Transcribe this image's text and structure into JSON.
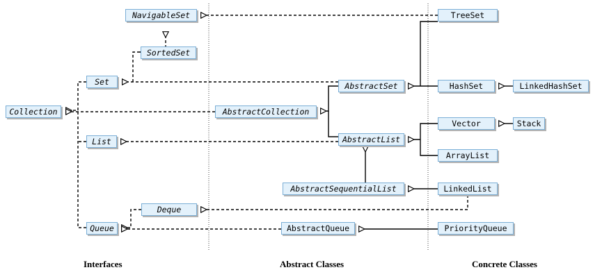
{
  "columns": {
    "interfaces": "Interfaces",
    "abstract": "Abstract Classes",
    "concrete": "Concrete Classes"
  },
  "interfaces": {
    "navigable_set": "NavigableSet",
    "sorted_set": "SortedSet",
    "set": "Set",
    "collection": "Collection",
    "list": "List",
    "deque": "Deque",
    "queue": "Queue"
  },
  "abstract_classes": {
    "abstract_set": "AbstractSet",
    "abstract_collection": "AbstractCollection",
    "abstract_list": "AbstractList",
    "abstract_sequential_list": "AbstractSequentialList",
    "abstract_queue": "AbstractQueue"
  },
  "concrete_classes": {
    "tree_set": "TreeSet",
    "hash_set": "HashSet",
    "linked_hash_set": "LinkedHashSet",
    "vector": "Vector",
    "stack": "Stack",
    "array_list": "ArrayList",
    "linked_list": "LinkedList",
    "priority_queue": "PriorityQueue"
  },
  "colors": {
    "box_fill": "#e3f1fb",
    "box_border": "#7aaed6",
    "line": "#000000"
  }
}
